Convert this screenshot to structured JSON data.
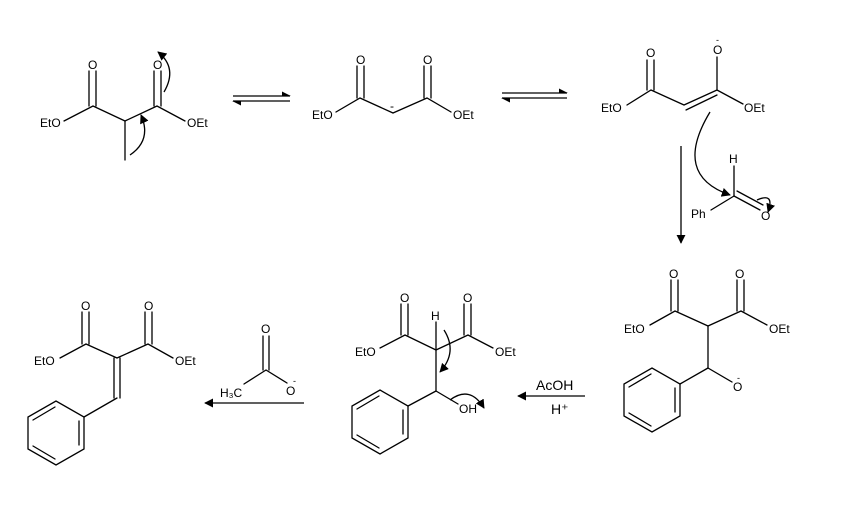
{
  "labels": {
    "oet": "OEt",
    "eto": "EtO",
    "o": "O",
    "oh": "OH",
    "h": "H",
    "ph": "Ph",
    "h3c": "H₃C",
    "neg": "-"
  },
  "reagents": {
    "acid": "AcOH",
    "proton": "H⁺"
  }
}
